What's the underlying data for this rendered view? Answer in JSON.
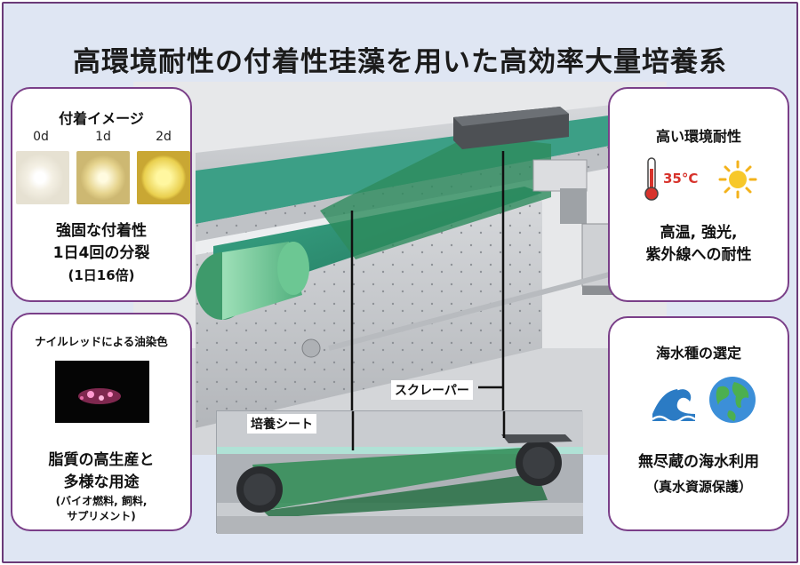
{
  "title": "高環境耐性の付着性珪藻を用いた高効率大量培養系",
  "callouts": {
    "scraper": "スクレーパー",
    "sheet": "培養シート"
  },
  "attach_card": {
    "heading": "付着イメージ",
    "days": [
      "0d",
      "1d",
      "2d"
    ],
    "line1": "強固な付着性",
    "line2": "1日4回の分裂",
    "line3": "(1日16倍)"
  },
  "lipid_card": {
    "heading": "ナイルレッドによる油染色",
    "line1": "脂質の高生産と",
    "line2": "多様な用途",
    "line3": "(バイオ燃料,  飼料,",
    "line4": "サプリメント)"
  },
  "heat_card": {
    "heading": "高い環境耐性",
    "temperature": "35°C",
    "line1": "高温,  強光,",
    "line2": "紫外線への耐性",
    "icons": [
      "thermometer-icon",
      "sun-icon"
    ]
  },
  "sea_card": {
    "heading": "海水種の選定",
    "line1": "無尽蔵の海水利用",
    "line2": "（真水資源保護）",
    "icons": [
      "wave-icon",
      "earth-icon"
    ]
  },
  "colors": {
    "border": "#7a3f88",
    "water": "#2e8c6a",
    "concrete": "#c9cbcf"
  }
}
